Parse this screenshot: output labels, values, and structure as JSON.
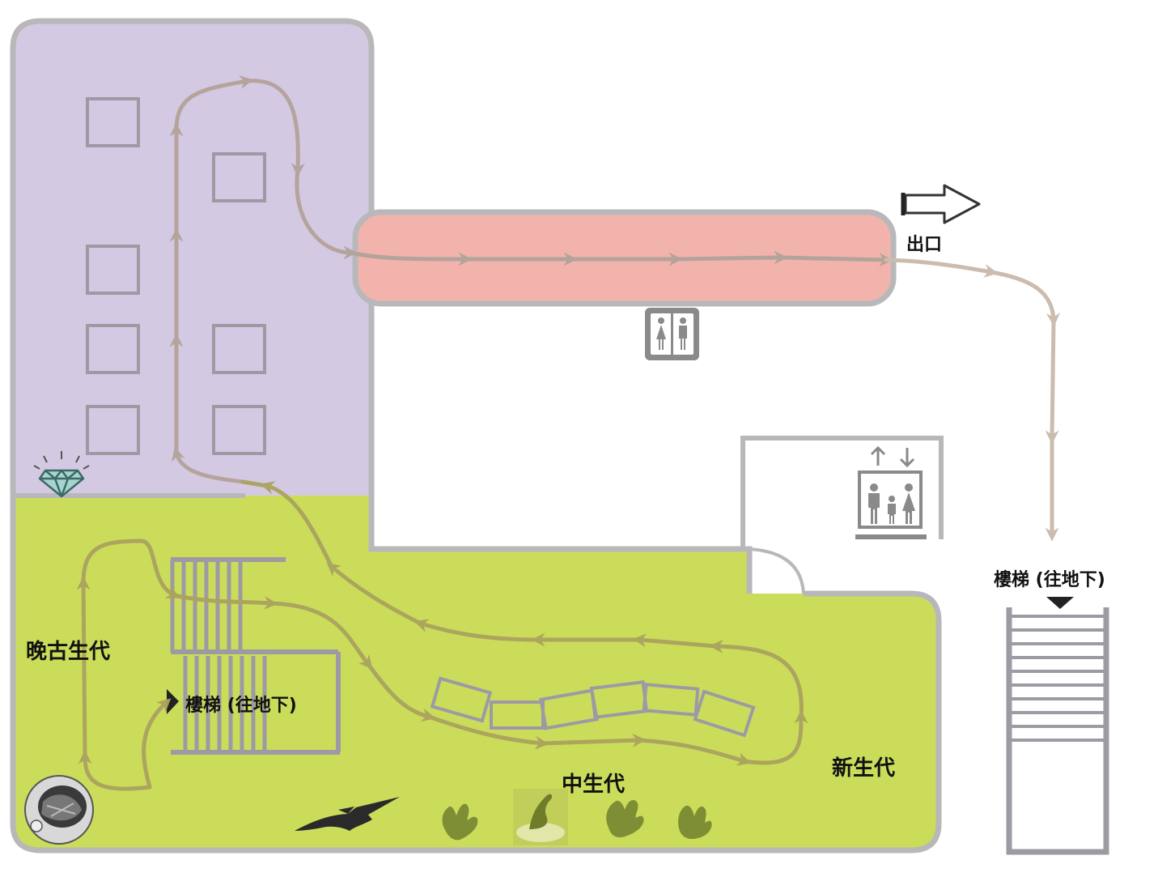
{
  "zones": {
    "late_paleozoic": "晚古生代",
    "mesozoic": "中生代",
    "cenozoic": "新生代"
  },
  "labels": {
    "exit": "出口",
    "stairs_inner": "樓梯 (往地下)",
    "stairs_outer": "樓梯 (往地下)"
  },
  "icons": {
    "restroom": "restroom-icon",
    "elevator": "elevator-icon",
    "exit_arrow": "exit-arrow-icon",
    "gem": "gem-icon",
    "fossil": "fossil-photo-icon",
    "pterosaur": "pterosaur-icon",
    "footprints": "dinosaur-footprint-icon",
    "hatching_dino": "hatching-dinosaur-icon"
  },
  "colors": {
    "late_paleozoic_zone": "#d4c9e2",
    "corridor": "#f2b3ad",
    "mesozoic_zone": "#cbdc5b",
    "wall": "#b8b8bb",
    "route_paleozoic": "#b4a39a",
    "route_mesozoic": "#aaa35e",
    "route_exit": "#cbbcae"
  }
}
